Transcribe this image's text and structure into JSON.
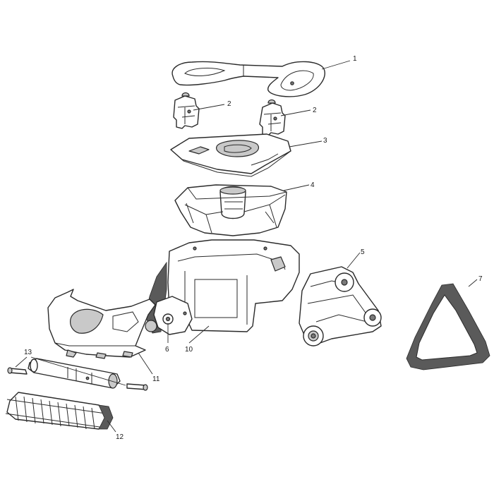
{
  "callouts": {
    "c1": "1",
    "c2a": "2",
    "c2b": "2",
    "c3": "3",
    "c4": "4",
    "c5": "5",
    "c6": "6",
    "c7": "7",
    "c10": "10",
    "c11": "11",
    "c12": "12",
    "c13": "13"
  },
  "colors": {
    "line": "#2a2a2a",
    "fill": "#ffffff",
    "shade": "#c9c9c9",
    "dark": "#7a7a7a"
  }
}
